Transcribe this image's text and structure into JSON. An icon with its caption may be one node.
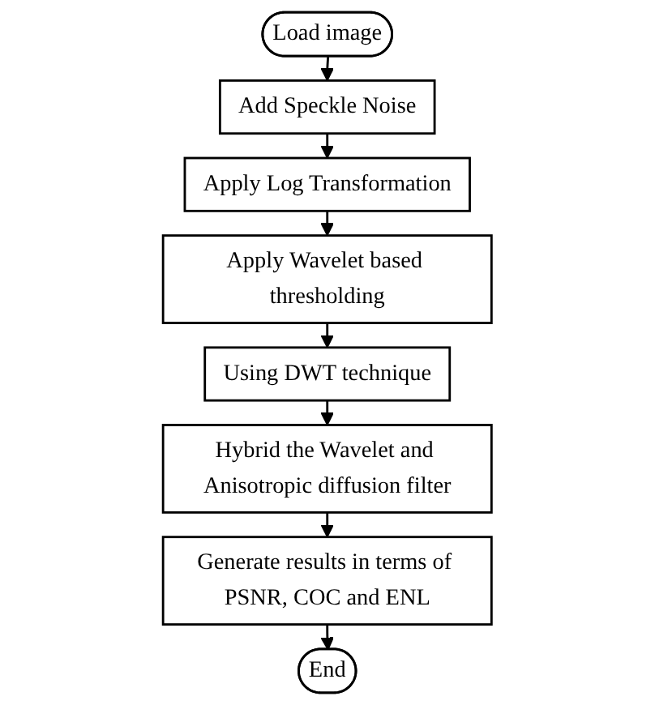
{
  "diagram": {
    "nodes": [
      {
        "text": [
          "Load image"
        ]
      },
      {
        "text": [
          "Add Speckle Noise"
        ]
      },
      {
        "text": [
          "Apply Log Transformation"
        ]
      },
      {
        "text": [
          "Apply Wavelet based thresholding"
        ]
      },
      {
        "text": [
          "Using DWT technique"
        ]
      },
      {
        "text": [
          "Hybrid the Wavelet and Anisotropic diffusion filter"
        ]
      },
      {
        "text": [
          "Generate results in terms of PSNR, COC and ENL"
        ]
      },
      {
        "text": [
          "End"
        ]
      }
    ],
    "edges": [
      {
        "from": 0,
        "to": 1,
        "arrow": "to"
      },
      {
        "from": 1,
        "to": 2,
        "arrow": "to"
      },
      {
        "from": 2,
        "to": 3,
        "arrow": "to"
      },
      {
        "from": 3,
        "to": 4,
        "arrow": "to"
      },
      {
        "from": 4,
        "to": 5,
        "arrow": "to"
      },
      {
        "from": 5,
        "to": 6,
        "arrow": "to"
      },
      {
        "from": 6,
        "to": 7,
        "arrow": "to"
      }
    ]
  }
}
